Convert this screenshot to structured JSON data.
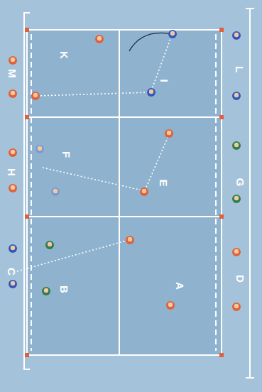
{
  "diagram": {
    "labels": [
      "C",
      "H",
      "M",
      "B",
      "F",
      "K",
      "A",
      "E",
      "I",
      "D",
      "G",
      "L"
    ]
  }
}
